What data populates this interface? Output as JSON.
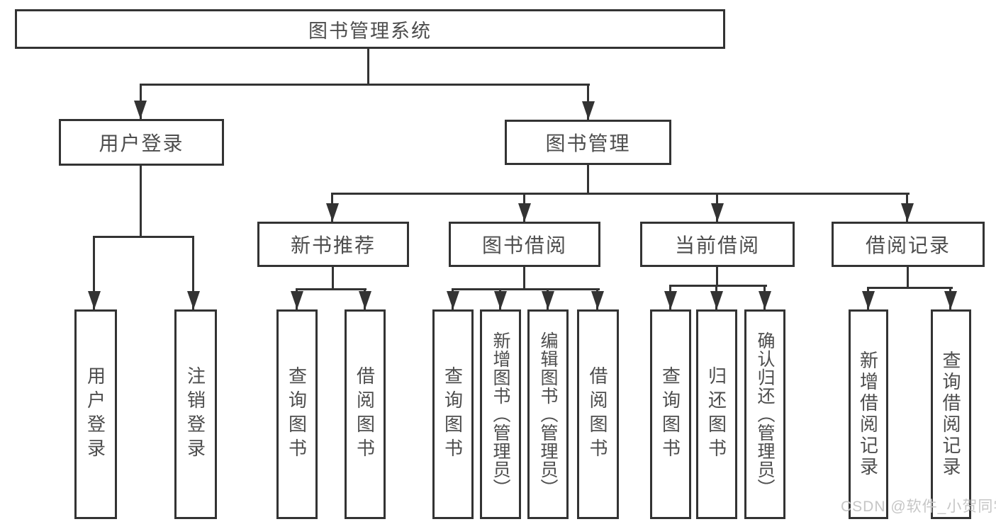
{
  "tree": {
    "root": {
      "label": "图书管理系统"
    },
    "user_login": {
      "label": "用户登录",
      "children": [
        {
          "label": "用户登录"
        },
        {
          "label": "注销登录"
        }
      ]
    },
    "book_management": {
      "label": "图书管理",
      "sections": [
        {
          "label": "新书推荐",
          "children": [
            {
              "label": "查询图书"
            },
            {
              "label": "借阅图书"
            }
          ]
        },
        {
          "label": "图书借阅",
          "children": [
            {
              "label": "查询图书"
            },
            {
              "label": "新增图书（管理员）"
            },
            {
              "label": "编辑图书（管理员）"
            },
            {
              "label": "借阅图书"
            }
          ]
        },
        {
          "label": "当前借阅",
          "children": [
            {
              "label": "查询图书"
            },
            {
              "label": "归还图书"
            },
            {
              "label": "确认归还（管理员）"
            }
          ]
        },
        {
          "label": "借阅记录",
          "children": [
            {
              "label": "新增借阅记录"
            },
            {
              "label": "查询借阅记录"
            }
          ]
        }
      ]
    }
  },
  "watermark": {
    "text": "CSDN @软件_小贺同学"
  },
  "colors": {
    "line": "#333333",
    "text": "#4d4d4d",
    "watermark": "#c6c6c6",
    "background": "#ffffff"
  }
}
